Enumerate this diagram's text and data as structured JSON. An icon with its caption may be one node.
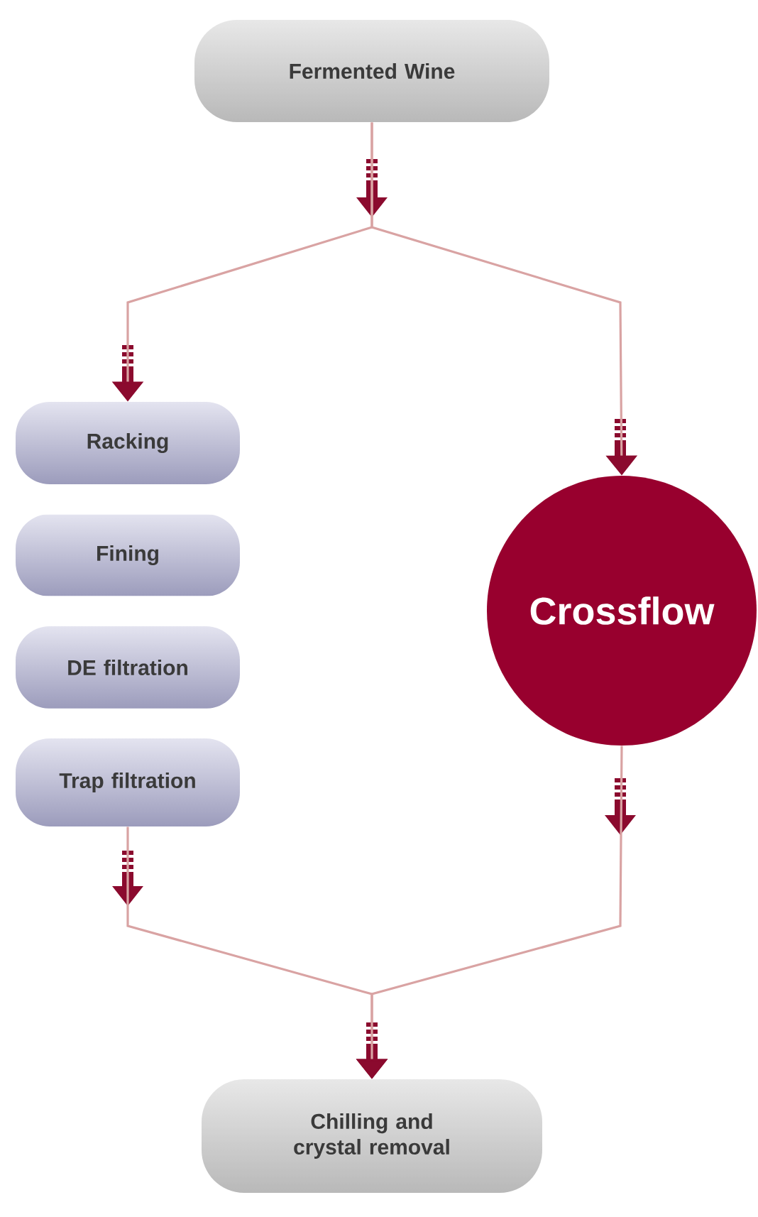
{
  "diagram": {
    "nodes": [
      {
        "text": [
          "Fermented Wine"
        ]
      },
      {
        "text": [
          "Racking"
        ]
      },
      {
        "text": [
          "Fining"
        ]
      },
      {
        "text": [
          "DE filtration"
        ]
      },
      {
        "text": [
          "Trap filtration"
        ]
      },
      {
        "text": [
          "Crossflow"
        ]
      },
      {
        "text": [
          "Chilling and crystal removal"
        ]
      }
    ],
    "edges": [
      {
        "from": 0,
        "to": 1,
        "arrow": "to"
      },
      {
        "from": 0,
        "to": 5,
        "arrow": "to"
      },
      {
        "from": 4,
        "to": 6,
        "arrow": "to"
      },
      {
        "from": 5,
        "to": 6,
        "arrow": "to"
      }
    ]
  }
}
